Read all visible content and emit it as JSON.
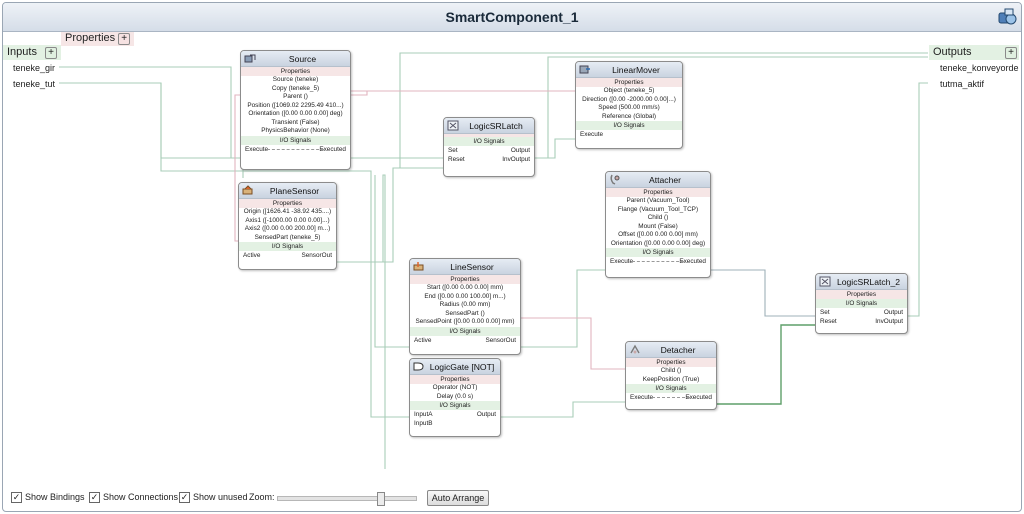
{
  "window": {
    "title": "SmartComponent_1"
  },
  "properties_header": {
    "label": "Properties",
    "plus": "+"
  },
  "inputs": {
    "label": "Inputs",
    "plus": "+",
    "items": [
      "teneke_gir",
      "teneke_tut"
    ]
  },
  "outputs": {
    "label": "Outputs",
    "plus": "+",
    "items": [
      "teneke_konveyorde",
      "tutma_aktif"
    ]
  },
  "colors": {
    "io_header": "#e3f1e3",
    "properties_band": "#f6e6e6",
    "node_header": "#c9d3e0",
    "wire_green": "#a8cdb8",
    "wire_pink": "#e2b4bf",
    "wire_gray": "#9fb0b8",
    "wire_dark_green": "#5f9f6a"
  },
  "nodes": {
    "source": {
      "title": "Source",
      "icon": "source-icon",
      "properties_label": "Properties",
      "rows": [
        "Source (teneke)",
        "Copy (teneke_5)",
        "Parent ()",
        "Position ([1069.02 2295.49 410...)",
        "Orientation ([0.00 0.00 0.00] deg)",
        "Transient (False)",
        "PhysicsBehavior (None)"
      ],
      "signals_label": "I/O Signals",
      "sig_left": "Execute",
      "sig_right": "Executed"
    },
    "planesensor": {
      "title": "PlaneSensor",
      "icon": "plane-sensor-icon",
      "properties_label": "Properties",
      "rows": [
        "Origin ([1626.41 -38.92 435....)",
        "Axis1 ([-1000.00 0.00 0.00]...)",
        "Axis2 ([0.00 0.00 200.00] m...)",
        "SensedPart (teneke_5)"
      ],
      "signals_label": "I/O Signals",
      "sig_left": "Active",
      "sig_right": "SensorOut"
    },
    "logicsrlatch": {
      "title": "LogicSRLatch",
      "icon": "latch-icon",
      "signals_label": "I/O Signals",
      "in1": "Set",
      "in2": "Reset",
      "out1": "Output",
      "out2": "InvOutput"
    },
    "linearmover": {
      "title": "LinearMover",
      "icon": "linear-mover-icon",
      "properties_label": "Properties",
      "rows": [
        "Object (teneke_5)",
        "Direction ([0.00 -2000.00 0.00]...)",
        "Speed (500.00 mm/s)",
        "Reference (Global)"
      ],
      "signals_label": "I/O Signals",
      "sig_left": "Execute"
    },
    "attacher": {
      "title": "Attacher",
      "icon": "attacher-icon",
      "properties_label": "Properties",
      "rows": [
        "Parent (Vacuum_Tool)",
        "Flange (Vacuum_Tool_TCP)",
        "Child ()",
        "Mount (False)",
        "Offset ([0.00 0.00 0.00] mm)",
        "Orientation ([0.00 0.00 0.00] deg)"
      ],
      "signals_label": "I/O Signals",
      "sig_left": "Execute",
      "sig_right": "Executed"
    },
    "linesensor": {
      "title": "LineSensor",
      "icon": "line-sensor-icon",
      "properties_label": "Properties",
      "rows": [
        "Start ([0.00 0.00 0.00] mm)",
        "End ([0.00 0.00 100.00] m...)",
        "Radius (0.00 mm)",
        "SensedPart ()",
        "SensedPoint ([0.00 0.00 0.00] mm)"
      ],
      "signals_label": "I/O Signals",
      "sig_left": "Active",
      "sig_right": "SensorOut"
    },
    "logicsrlatch2": {
      "title": "LogicSRLatch_2",
      "icon": "latch-icon",
      "properties_label": "Properties",
      "signals_label": "I/O Signals",
      "in1": "Set",
      "in2": "Reset",
      "out1": "Output",
      "out2": "InvOutput"
    },
    "detacher": {
      "title": "Detacher",
      "icon": "detacher-icon",
      "properties_label": "Properties",
      "rows": [
        "Child ()",
        "KeepPosition (True)"
      ],
      "signals_label": "I/O Signals",
      "sig_left": "Execute",
      "sig_right": "Executed"
    },
    "logicgate": {
      "title": "LogicGate [NOT]",
      "icon": "logic-gate-icon",
      "properties_label": "Properties",
      "rows": [
        "Operator (NOT)",
        "Delay (0.0 s)"
      ],
      "signals_label": "I/O Signals",
      "in1": "InputA",
      "in2": "InputB",
      "out1": "Output"
    }
  },
  "bottombar": {
    "show_bindings": "Show Bindings",
    "show_connections": "Show Connections",
    "show_unused": "Show unused",
    "checked_mark": "✓",
    "zoom_label": "Zoom:",
    "zoom_level": 0.76,
    "auto_arrange": "Auto Arrange"
  }
}
